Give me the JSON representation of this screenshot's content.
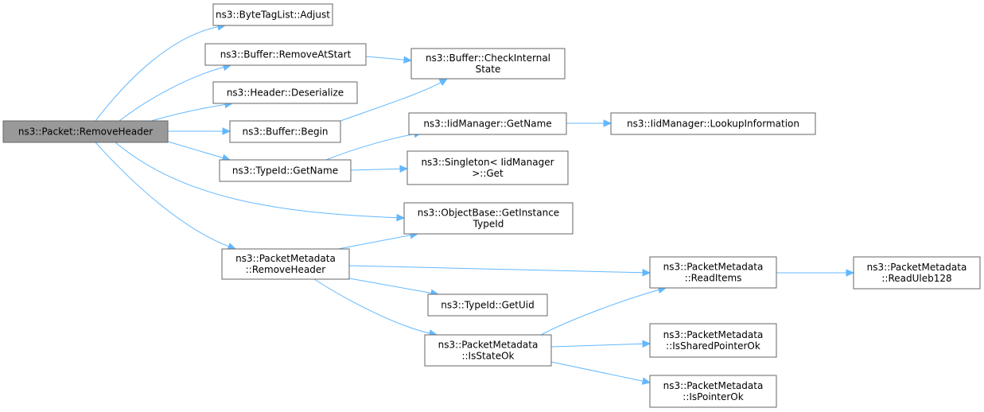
{
  "graph": {
    "nodes": [
      {
        "id": "packet_remove_header",
        "lines": [
          "ns3::Packet::RemoveHeader"
        ],
        "root": true
      },
      {
        "id": "bytetaglist_adjust",
        "lines": [
          "ns3::ByteTagList::Adjust"
        ]
      },
      {
        "id": "buffer_remove_at_start",
        "lines": [
          "ns3::Buffer::RemoveAtStart"
        ]
      },
      {
        "id": "header_deserialize",
        "lines": [
          "ns3::Header::Deserialize"
        ]
      },
      {
        "id": "buffer_begin",
        "lines": [
          "ns3::Buffer::Begin"
        ]
      },
      {
        "id": "typeid_get_name",
        "lines": [
          "ns3::TypeId::GetName"
        ]
      },
      {
        "id": "packetmetadata_remove_header",
        "lines": [
          "ns3::PacketMetadata",
          "::RemoveHeader"
        ]
      },
      {
        "id": "buffer_check_internal_state",
        "lines": [
          "ns3::Buffer::CheckInternal",
          "State"
        ]
      },
      {
        "id": "iidmanager_get_name",
        "lines": [
          "ns3::IidManager::GetName"
        ]
      },
      {
        "id": "singleton_get",
        "lines": [
          "ns3::Singleton< IidManager",
          ">::Get"
        ]
      },
      {
        "id": "objectbase_get_instance_typeid",
        "lines": [
          "ns3::ObjectBase::GetInstance",
          "TypeId"
        ]
      },
      {
        "id": "typeid_get_uid",
        "lines": [
          "ns3::TypeId::GetUid"
        ]
      },
      {
        "id": "packetmetadata_is_state_ok",
        "lines": [
          "ns3::PacketMetadata",
          "::IsStateOk"
        ]
      },
      {
        "id": "iidmanager_lookup_information",
        "lines": [
          "ns3::IidManager::LookupInformation"
        ]
      },
      {
        "id": "packetmetadata_read_items",
        "lines": [
          "ns3::PacketMetadata",
          "::ReadItems"
        ]
      },
      {
        "id": "packetmetadata_is_shared_pointer_ok",
        "lines": [
          "ns3::PacketMetadata",
          "::IsSharedPointerOk"
        ]
      },
      {
        "id": "packetmetadata_is_pointer_ok",
        "lines": [
          "ns3::PacketMetadata",
          "::IsPointerOk"
        ]
      },
      {
        "id": "packetmetadata_read_uleb128",
        "lines": [
          "ns3::PacketMetadata",
          "::ReadUleb128"
        ]
      }
    ],
    "edges": [
      {
        "from": "packet_remove_header",
        "to": "bytetaglist_adjust"
      },
      {
        "from": "packet_remove_header",
        "to": "buffer_remove_at_start"
      },
      {
        "from": "packet_remove_header",
        "to": "header_deserialize"
      },
      {
        "from": "packet_remove_header",
        "to": "buffer_begin"
      },
      {
        "from": "packet_remove_header",
        "to": "typeid_get_name"
      },
      {
        "from": "packet_remove_header",
        "to": "objectbase_get_instance_typeid"
      },
      {
        "from": "packet_remove_header",
        "to": "packetmetadata_remove_header"
      },
      {
        "from": "buffer_remove_at_start",
        "to": "buffer_check_internal_state"
      },
      {
        "from": "buffer_begin",
        "to": "buffer_check_internal_state"
      },
      {
        "from": "typeid_get_name",
        "to": "iidmanager_get_name"
      },
      {
        "from": "typeid_get_name",
        "to": "singleton_get"
      },
      {
        "from": "iidmanager_get_name",
        "to": "iidmanager_lookup_information"
      },
      {
        "from": "packetmetadata_remove_header",
        "to": "objectbase_get_instance_typeid"
      },
      {
        "from": "packetmetadata_remove_header",
        "to": "packetmetadata_read_items"
      },
      {
        "from": "packetmetadata_remove_header",
        "to": "typeid_get_uid"
      },
      {
        "from": "packetmetadata_remove_header",
        "to": "packetmetadata_is_state_ok"
      },
      {
        "from": "packetmetadata_is_state_ok",
        "to": "packetmetadata_read_items"
      },
      {
        "from": "packetmetadata_is_state_ok",
        "to": "packetmetadata_is_shared_pointer_ok"
      },
      {
        "from": "packetmetadata_is_state_ok",
        "to": "packetmetadata_is_pointer_ok"
      },
      {
        "from": "packetmetadata_read_items",
        "to": "packetmetadata_read_uleb128"
      }
    ]
  },
  "colors": {
    "edge": "#63b8ff",
    "node_border": "#666666",
    "root_fill": "#999999",
    "node_fill": "#ffffff"
  }
}
